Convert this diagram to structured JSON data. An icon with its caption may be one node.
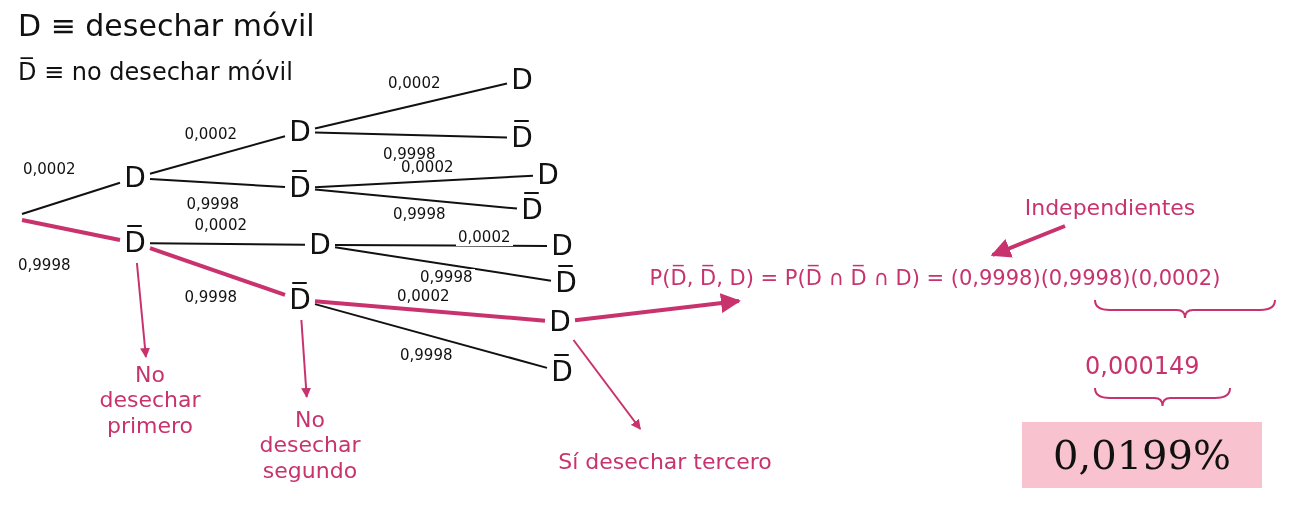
{
  "diagram": {
    "nodes": [
      {
        "text": [
          "D"
        ]
      },
      {
        "text": [
          "D̅"
        ]
      },
      {
        "text": [
          "D"
        ]
      },
      {
        "text": [
          "D̅"
        ]
      },
      {
        "text": [
          "D"
        ]
      },
      {
        "text": [
          "D̅"
        ]
      },
      {
        "text": [
          "D"
        ]
      },
      {
        "text": [
          "D̅"
        ]
      },
      {
        "text": [
          "D"
        ]
      },
      {
        "text": [
          "D̅"
        ]
      },
      {
        "text": [
          "D"
        ]
      },
      {
        "text": [
          "D̅"
        ]
      },
      {
        "text": [
          "D"
        ]
      },
      {
        "text": [
          "D̅"
        ]
      },
      {
        "text": [
          "No desechar primero"
        ]
      },
      {
        "text": [
          "No desechar segundo"
        ]
      },
      {
        "text": [
          "Sí desechar tercero"
        ]
      },
      {
        "text": [
          "P(D̅, D̅, D) = P(D̅ ∩ D̅ ∩ D) = (0,9998)(0,9998)(0,0002)"
        ]
      },
      {
        "text": [
          "Independientes"
        ]
      },
      {
        "text": [
          "0,0199%"
        ]
      }
    ],
    "edges": [
      {
        "from": null,
        "to": 0,
        "arrow": "none",
        "label": "0,0002"
      },
      {
        "from": null,
        "to": 1,
        "arrow": "none",
        "label": "0,9998",
        "style": "thick",
        "color": "#c8336e"
      },
      {
        "from": 0,
        "to": 2,
        "arrow": "none",
        "label": "0,0002"
      },
      {
        "from": 0,
        "to": 3,
        "arrow": "none",
        "label": "0,9998"
      },
      {
        "from": 1,
        "to": 4,
        "arrow": "none",
        "label": "0,0002"
      },
      {
        "from": 1,
        "to": 5,
        "arrow": "none",
        "label": "0,9998",
        "style": "thick",
        "color": "#c8336e"
      },
      {
        "from": 2,
        "to": 6,
        "arrow": "none",
        "label": "0,0002"
      },
      {
        "from": 2,
        "to": 7,
        "arrow": "none",
        "label": "0,9998"
      },
      {
        "from": 3,
        "to": 8,
        "arrow": "none",
        "label": "0,0002"
      },
      {
        "from": 3,
        "to": 9,
        "arrow": "none",
        "label": "0,9998"
      },
      {
        "from": 4,
        "to": 10,
        "arrow": "none",
        "label": "0,0002"
      },
      {
        "from": 4,
        "to": 11,
        "arrow": "none",
        "label": "0,9998"
      },
      {
        "from": 5,
        "to": 12,
        "arrow": "none",
        "label": "0,0002",
        "style": "thick",
        "color": "#c8336e"
      },
      {
        "from": 5,
        "to": 13,
        "arrow": "none",
        "label": "0,9998"
      },
      {
        "from": 1,
        "to": 14,
        "arrow": "to",
        "color": "#c8336e"
      },
      {
        "from": 5,
        "to": 15,
        "arrow": "to",
        "color": "#c8336e"
      },
      {
        "from": 12,
        "to": 16,
        "arrow": "to",
        "color": "#c8336e"
      },
      {
        "from": 12,
        "to": 17,
        "arrow": "to",
        "style": "thick",
        "color": "#c8336e"
      },
      {
        "from": 18,
        "to": 17,
        "arrow": "to",
        "style": "thick",
        "color": "#c8336e"
      }
    ],
    "labels": [
      "D ≡ desechar móvil",
      "D̅ ≡ no desechar móvil",
      "0,000149"
    ]
  }
}
